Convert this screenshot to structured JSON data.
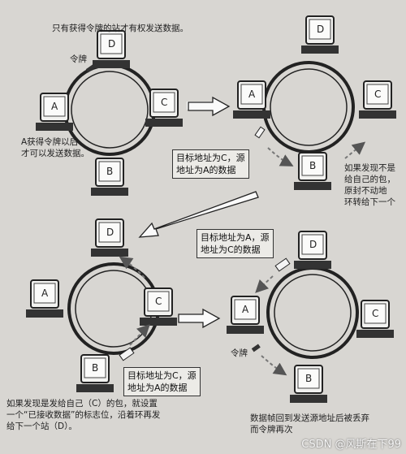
{
  "panel1": {
    "caption_top": "只有获得令牌的站才有权发送数据。",
    "token_label": "令牌",
    "caption_a_line1": "A获得令牌以后",
    "caption_a_line2": "才可以发送数据。",
    "stations": [
      "A",
      "B",
      "C",
      "D"
    ]
  },
  "panel2": {
    "box_line1": "目标地址为C，源",
    "box_line2": "地址为A的数据",
    "caption_line1": "如果发现不是",
    "caption_line2": "给自己的包，",
    "caption_line3": "原封不动地",
    "caption_line4": "环转给下一个",
    "stations": [
      "A",
      "B",
      "C",
      "D"
    ]
  },
  "panel3": {
    "box_line1": "目标地址为C，源",
    "box_line2": "地址为A的数据",
    "caption_line1": "如果发现是发给自己（C）的包，就设置",
    "caption_line2": "一个“已接收数据”的标志位，沿着环再发",
    "caption_line3": "给下一个站（D）。",
    "stations": [
      "A",
      "B",
      "C",
      "D"
    ]
  },
  "panel4": {
    "box_line1": "目标地址为A，源",
    "box_line2": "地址为C的数据",
    "token_label": "令牌",
    "caption_line1": "数据帧回到发送源地址后被丢弃",
    "caption_line2": "而令牌再次",
    "stations": [
      "A",
      "B",
      "C",
      "D"
    ]
  },
  "watermark": "CSDN @风斯在下99"
}
